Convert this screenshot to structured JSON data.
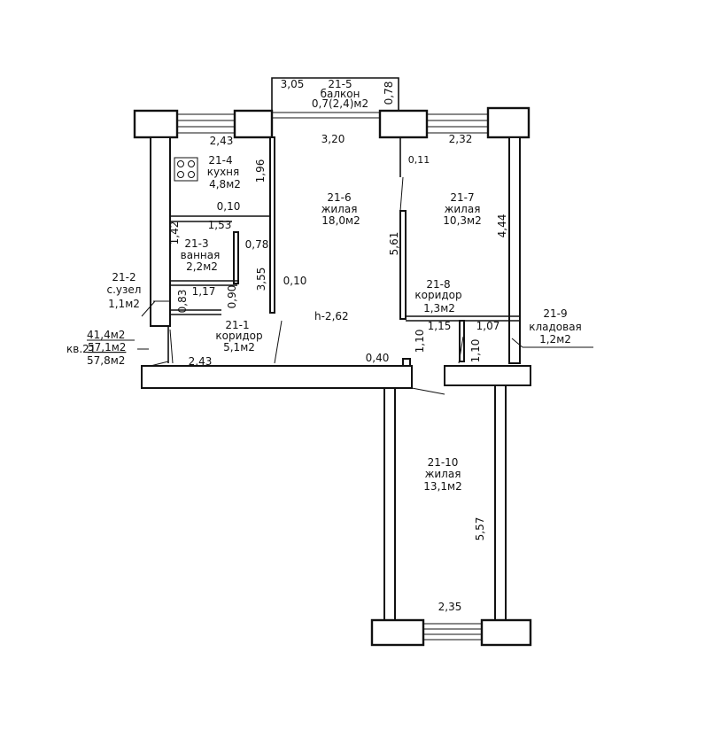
{
  "rooms": [
    {
      "id": "21-1",
      "name": "коридор",
      "area": "5,1м2"
    },
    {
      "id": "21-2",
      "name": "с.узел",
      "area": "1,1м2"
    },
    {
      "id": "21-3",
      "name": "ванная",
      "area": "2,2м2"
    },
    {
      "id": "21-4",
      "name": "кухня",
      "area": "4,8м2"
    },
    {
      "id": "21-5",
      "name": "балкон",
      "area": "0,7(2,4)м2"
    },
    {
      "id": "21-6",
      "name": "жилая",
      "area": "18,0м2"
    },
    {
      "id": "21-7",
      "name": "жилая",
      "area": "10,3м2"
    },
    {
      "id": "21-8",
      "name": "коридор",
      "area": "1,3м2"
    },
    {
      "id": "21-9",
      "name": "кладовая",
      "area": "1,2м2"
    },
    {
      "id": "21-10",
      "name": "жилая",
      "area": "13,1м2"
    }
  ],
  "apartment": {
    "label": "кв.21",
    "living_area": "41,4м2",
    "total_area": "57,1м2",
    "total_with_balcony": "57,8м2"
  },
  "ceiling_height": "h-2,62",
  "dimensions": {
    "balcony_width": "3,05",
    "balcony_depth": "0,78",
    "kitchen_width": "2,43",
    "kitchen_length": "1,96",
    "room6_width": "3,20",
    "room6_length": "5,61",
    "room7_width": "2,32",
    "room7_length": "4,44",
    "partition_010_a": "0,10",
    "bath_width": "1,53",
    "bath_length": "1,42",
    "partition_078": "0,78",
    "corridor_355": "3,55",
    "partition_010_b": "0,10",
    "wc_width": "1,17",
    "wc_length": "0,90",
    "wc_depth": "0,83",
    "corridor_width": "2,43",
    "wall_040": "0,40",
    "corr8_depth": "1,10",
    "corr8_width": "1,15",
    "storage_width": "1,07",
    "storage_depth": "1,10",
    "room7_door": "0,11",
    "room10_length": "5,57",
    "room10_width": "2,35"
  }
}
